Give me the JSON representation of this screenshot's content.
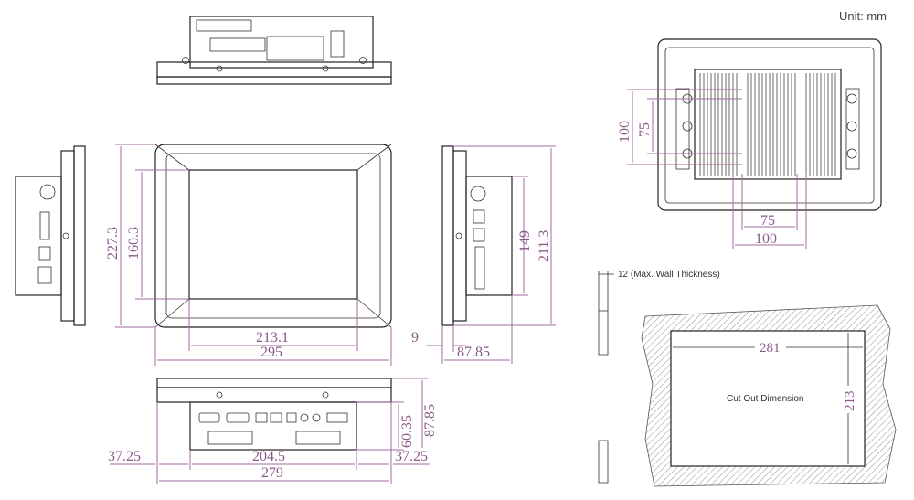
{
  "unit_label": "Unit: mm",
  "front": {
    "screen_width": "213.1",
    "overall_width": "295",
    "screen_height": "160.3",
    "overall_height": "227.3"
  },
  "right_side": {
    "bezel_depth": "9",
    "total_depth": "87.85",
    "inner_height": "149",
    "outer_height": "211.3"
  },
  "bottom": {
    "left_offset": "37.25",
    "right_offset": "37.25",
    "io_width": "204.5",
    "overall_width": "279",
    "body_depth": "60.35",
    "total_depth": "87.85"
  },
  "rear": {
    "vesa_v_outer": "100",
    "vesa_v_inner": "75",
    "vesa_h_inner": "75",
    "vesa_h_outer": "100"
  },
  "cutout": {
    "wall_note": "12 (Max. Wall Thickness)",
    "width": "281",
    "height": "213",
    "title": "Cut Out Dimension"
  }
}
